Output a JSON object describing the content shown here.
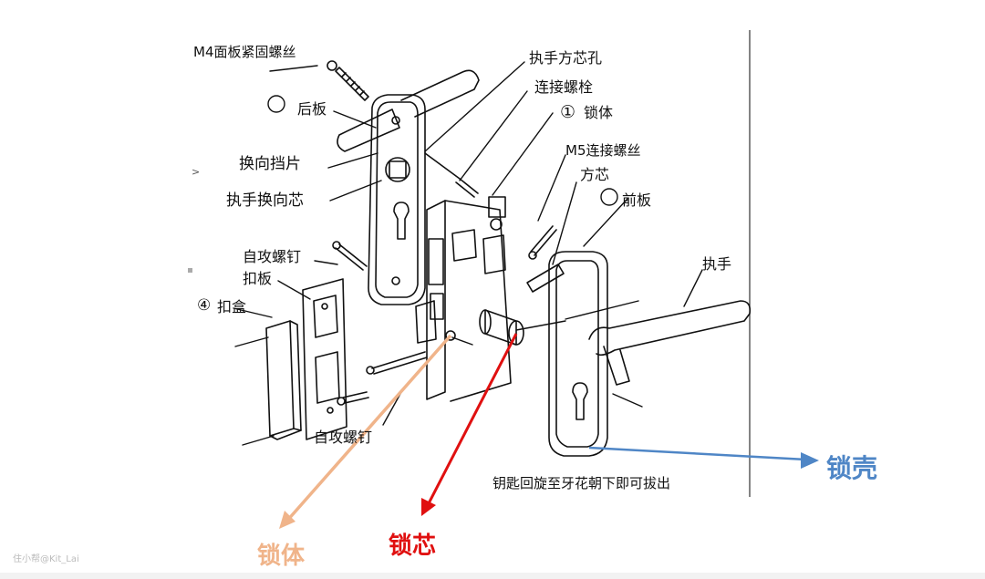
{
  "labels": {
    "m4_screw": "M4面板紧固螺丝",
    "back_plate": "后板",
    "reversing_tab": "换向挡片",
    "handle_reversing_core": "执手换向芯",
    "self_tapping_screw_1": "自攻螺钉",
    "strike_plate": "扣板",
    "strike_box": "扣盒",
    "strike_box_num": "④",
    "self_tapping_screw_2": "自攻螺钉",
    "handle_square_hole": "执手方芯孔",
    "connecting_bolt": "连接螺栓",
    "lock_body_num": "①",
    "lock_body": "锁体",
    "m5_screw": "M5连接螺丝",
    "square_core": "方芯",
    "front_plate": "前板",
    "handle": "执手",
    "key_note": "钥匙回旋至牙花朝下即可拔出"
  },
  "callouts": {
    "lock_body": "锁体",
    "lock_cylinder": "锁芯",
    "lock_shell": "锁壳"
  },
  "watermark": "住小帮@Kit_Lai",
  "colors": {
    "lock_body": "#f0b48a",
    "lock_cylinder": "#e01010",
    "lock_shell": "#4f86c6"
  }
}
